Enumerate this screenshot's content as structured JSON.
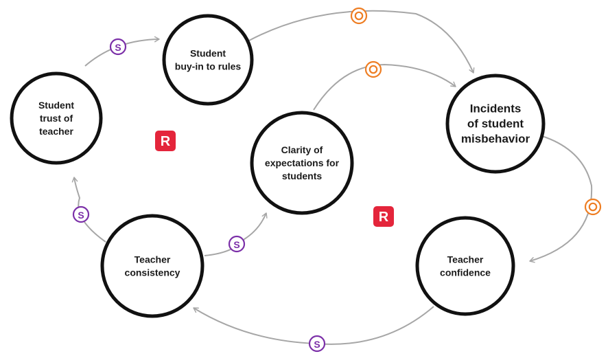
{
  "colors": {
    "node_stroke": "#111111",
    "arrow": "#a6a6a6",
    "same_marker": "#7b2fa8",
    "opposite_marker": "#ee7d22",
    "reinforcing_badge": "#e4253b"
  },
  "nodes": [
    {
      "id": "trust",
      "lines": [
        "Student",
        "trust of",
        "teacher"
      ]
    },
    {
      "id": "buyin",
      "lines": [
        "Student",
        "buy-in to rules"
      ]
    },
    {
      "id": "incidents",
      "lines": [
        "Incidents",
        "of student",
        "misbehavior"
      ]
    },
    {
      "id": "clarity",
      "lines": [
        "Clarity of",
        "expectations for",
        "students"
      ]
    },
    {
      "id": "consistency",
      "lines": [
        "Teacher",
        "consistency"
      ]
    },
    {
      "id": "confidence",
      "lines": [
        "Teacher",
        "confidence"
      ]
    }
  ],
  "links": [
    {
      "from": "trust",
      "to": "buyin",
      "polarity": "S"
    },
    {
      "from": "buyin",
      "to": "incidents",
      "polarity": "O"
    },
    {
      "from": "clarity",
      "to": "incidents",
      "polarity": "O"
    },
    {
      "from": "incidents",
      "to": "confidence",
      "polarity": "O"
    },
    {
      "from": "confidence",
      "to": "consistency",
      "polarity": "S"
    },
    {
      "from": "consistency",
      "to": "trust",
      "polarity": "S"
    },
    {
      "from": "consistency",
      "to": "clarity",
      "polarity": "S"
    }
  ],
  "loops": [
    {
      "label": "R"
    },
    {
      "label": "R"
    }
  ]
}
